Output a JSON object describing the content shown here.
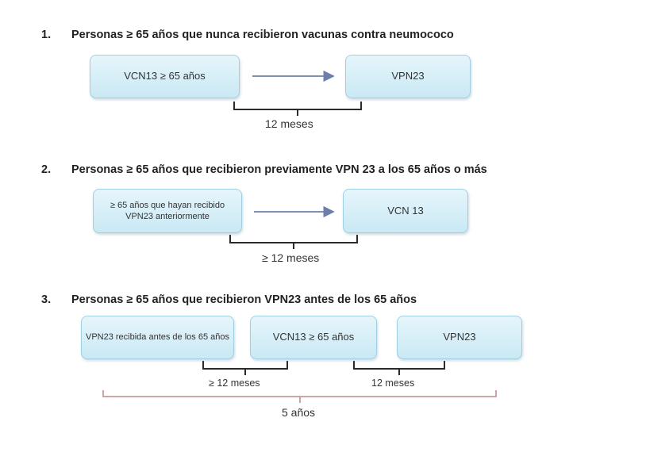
{
  "section1": {
    "number": "1.",
    "title": "Personas ≥ 65 años que nunca recibieron vacunas contra neumococo",
    "box_left": "VCN13 ≥ 65 años",
    "box_right": "VPN23",
    "interval": "12 meses"
  },
  "section2": {
    "number": "2.",
    "title": "Personas ≥ 65 años que recibieron previamente VPN 23 a los 65 años o más",
    "box_left": "≥ 65 años que hayan recibido VPN23 anteriormente",
    "box_right": "VCN 13",
    "interval": "≥ 12 meses"
  },
  "section3": {
    "number": "3.",
    "title": "Personas ≥ 65 años que recibieron VPN23 antes de los 65 años",
    "box_left": "VPN23 recibida antes de los 65 años",
    "box_middle": "VCN13 ≥ 65 años",
    "box_right": "VPN23",
    "interval_left": "≥ 12 meses",
    "interval_right": "12 meses",
    "interval_total": "5 años"
  },
  "colors": {
    "box_fill": "#cdeaf5",
    "box_border": "#9fd0e2",
    "arrow": "#6b7fa8",
    "bracket_dark": "#2b2b2b",
    "bracket_total": "#c79a9a"
  }
}
